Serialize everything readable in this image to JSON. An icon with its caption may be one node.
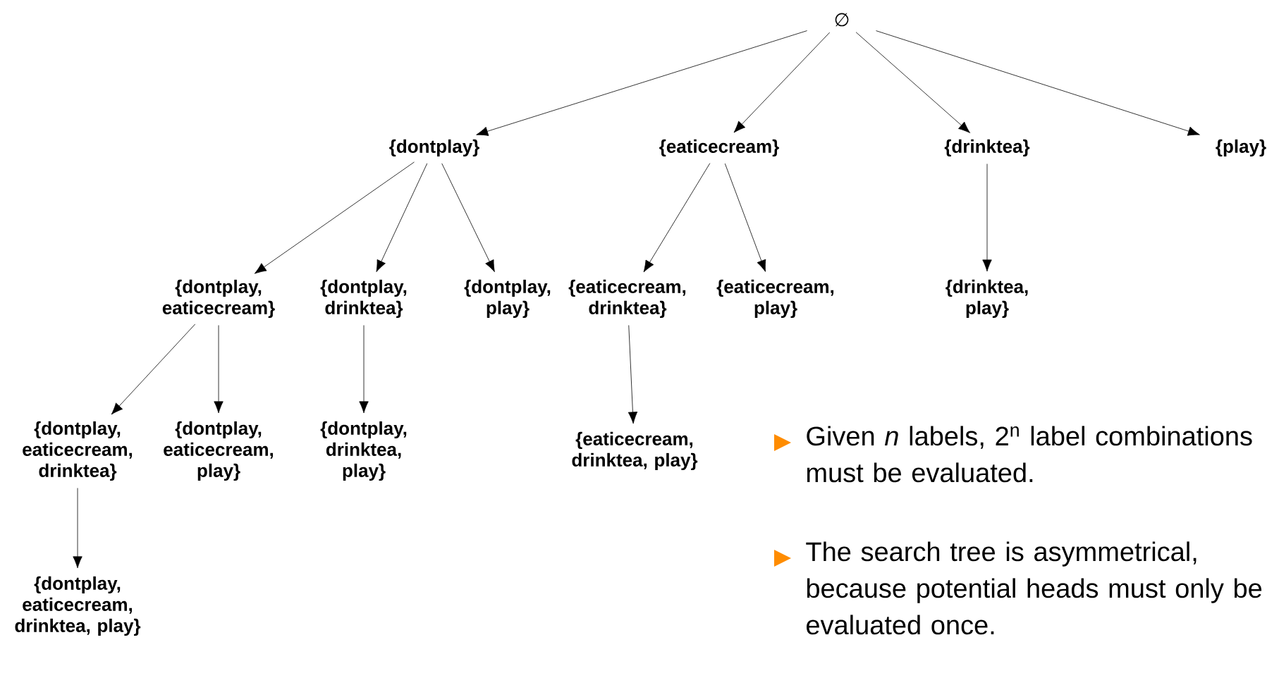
{
  "diagram": {
    "nodes": [
      {
        "text": [
          "∅"
        ]
      },
      {
        "text": [
          "{dontplay}"
        ]
      },
      {
        "text": [
          "{eaticecream}"
        ]
      },
      {
        "text": [
          "{drinktea}"
        ]
      },
      {
        "text": [
          "{play}"
        ]
      },
      {
        "text": [
          "{dontplay, eaticecream}"
        ]
      },
      {
        "text": [
          "{dontplay, drinktea}"
        ]
      },
      {
        "text": [
          "{dontplay, play}"
        ]
      },
      {
        "text": [
          "{eaticecream, drinktea}"
        ]
      },
      {
        "text": [
          "{eaticecream, play}"
        ]
      },
      {
        "text": [
          "{drinktea, play}"
        ]
      },
      {
        "text": [
          "{dontplay, eaticecream, drinktea}"
        ]
      },
      {
        "text": [
          "{dontplay, eaticecream, play}"
        ]
      },
      {
        "text": [
          "{dontplay, drinktea, play}"
        ]
      },
      {
        "text": [
          "{eaticecream, drinktea, play}"
        ]
      },
      {
        "text": [
          "{dontplay, eaticecream, drinktea, play}"
        ]
      }
    ],
    "edges": [
      {
        "from": 0,
        "to": 1,
        "arrow": "to"
      },
      {
        "from": 0,
        "to": 2,
        "arrow": "to"
      },
      {
        "from": 0,
        "to": 3,
        "arrow": "to"
      },
      {
        "from": 0,
        "to": 4,
        "arrow": "to"
      },
      {
        "from": 1,
        "to": 5,
        "arrow": "to"
      },
      {
        "from": 1,
        "to": 6,
        "arrow": "to"
      },
      {
        "from": 1,
        "to": 7,
        "arrow": "to"
      },
      {
        "from": 2,
        "to": 8,
        "arrow": "to"
      },
      {
        "from": 2,
        "to": 9,
        "arrow": "to"
      },
      {
        "from": 3,
        "to": 10,
        "arrow": "to"
      },
      {
        "from": 5,
        "to": 11,
        "arrow": "to"
      },
      {
        "from": 5,
        "to": 12,
        "arrow": "to"
      },
      {
        "from": 6,
        "to": 13,
        "arrow": "to"
      },
      {
        "from": 8,
        "to": 14,
        "arrow": "to"
      },
      {
        "from": 11,
        "to": 15,
        "arrow": "to"
      }
    ],
    "labels": [
      "Given *n* labels, 2$^{n}$ label combinations must be evaluated.",
      "The search tree is asymmetrical, because potential heads must only be evaluated once."
    ]
  }
}
